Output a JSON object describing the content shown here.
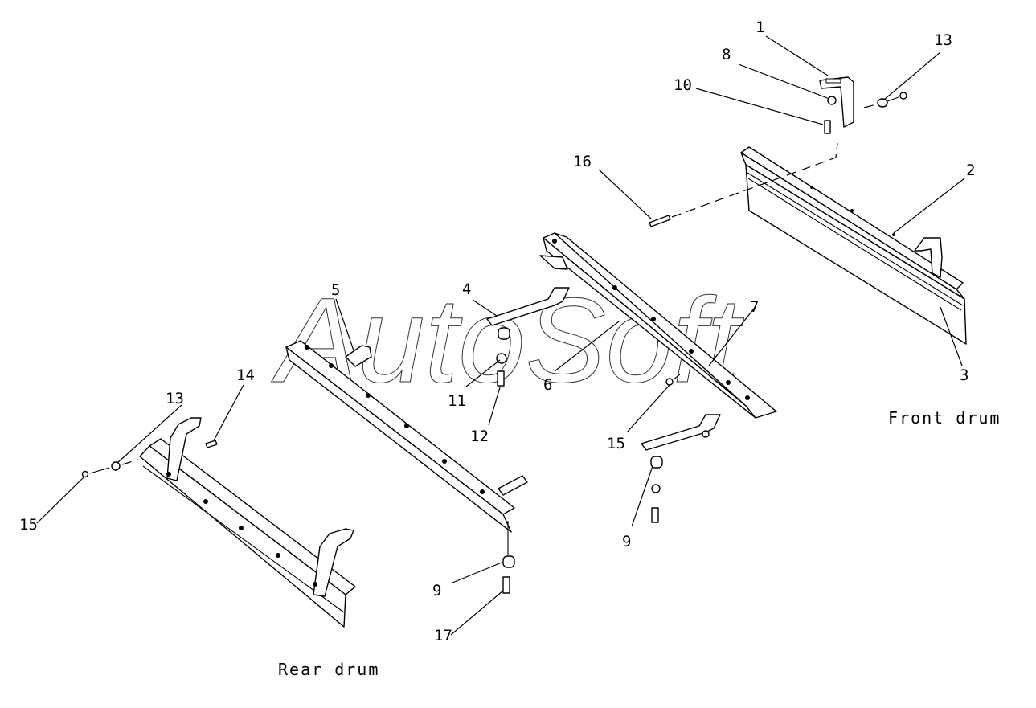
{
  "watermark": "AutoSoft",
  "captions": {
    "front": "Front drum",
    "rear": "Rear drum"
  },
  "callouts": [
    "1",
    "8",
    "10",
    "13",
    "16",
    "2",
    "3",
    "4",
    "5",
    "6",
    "11",
    "12",
    "14",
    "13",
    "15",
    "15",
    "9",
    "9",
    "17",
    "7"
  ]
}
